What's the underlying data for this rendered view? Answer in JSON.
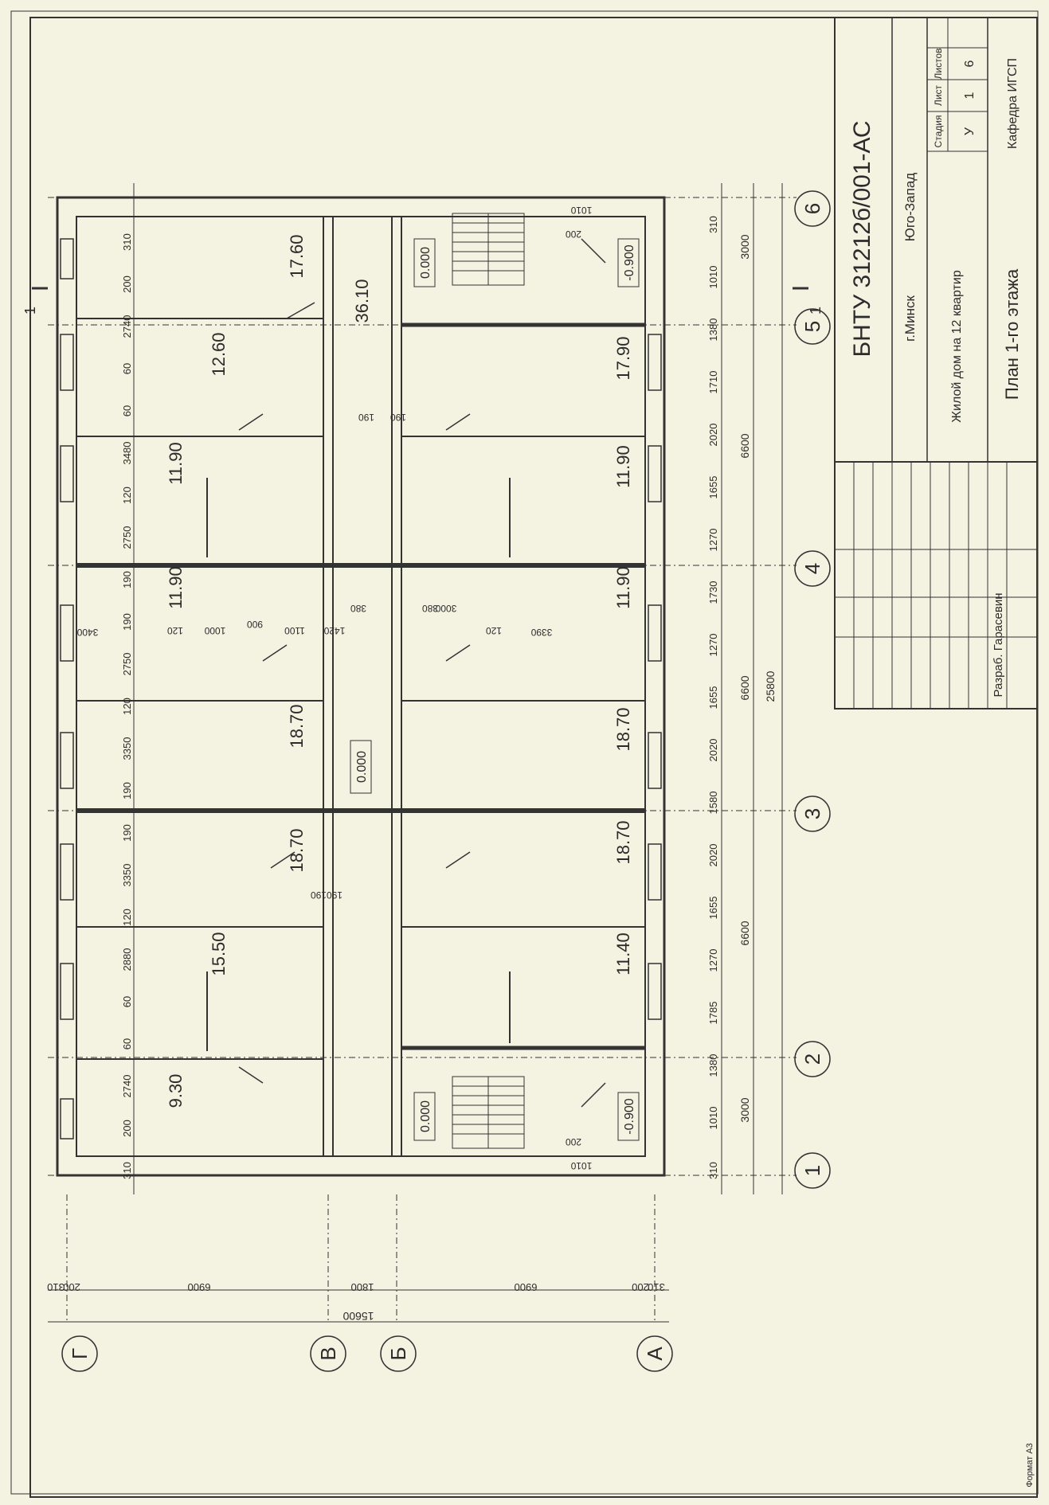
{
  "colors": {
    "paper": "#f4f2e1",
    "ink": "#2b2b2b",
    "wall": "#5a5a5a"
  },
  "grid_columns": [
    "1",
    "2",
    "3",
    "4",
    "5",
    "6"
  ],
  "grid_rows": [
    "Г",
    "В",
    "Б",
    "А"
  ],
  "section_mark": "1",
  "rooms": [
    {
      "id": "r1",
      "area": "17.60"
    },
    {
      "id": "r2",
      "area": "12.60"
    },
    {
      "id": "r3",
      "area": "11.90"
    },
    {
      "id": "r4",
      "area": "11.90"
    },
    {
      "id": "r5",
      "area": "18.70"
    },
    {
      "id": "r6",
      "area": "18.70"
    },
    {
      "id": "r7",
      "area": "15.50"
    },
    {
      "id": "r8",
      "area": "9.30"
    },
    {
      "id": "r9",
      "area": "17.90"
    },
    {
      "id": "r10",
      "area": "11.90"
    },
    {
      "id": "r11",
      "area": "11.90"
    },
    {
      "id": "r12",
      "area": "18.70"
    },
    {
      "id": "r13",
      "area": "18.70"
    },
    {
      "id": "r14",
      "area": "11.40"
    },
    {
      "id": "r15",
      "area": "36.10"
    }
  ],
  "levels": {
    "corridor": "0.000",
    "stair_top": "0.000",
    "stair_top_low": "-0.900",
    "stair_bottom": "0.000",
    "stair_bottom_low": "-0.900"
  },
  "dims_top": [
    "310",
    "200",
    "2740",
    "60",
    "60",
    "2880",
    "120",
    "3350",
    "190",
    "190",
    "3350",
    "120",
    "2750",
    "190",
    "190",
    "2750",
    "120",
    "3480",
    "60",
    "60",
    "2740",
    "200",
    "310"
  ],
  "dims_bottom_a": [
    "310",
    "1010",
    "1380",
    "1785",
    "1270",
    "1655",
    "2020",
    "1580",
    "2020",
    "1655",
    "1270",
    "1730",
    "1270",
    "1655",
    "2020",
    "1710",
    "1380",
    "1010",
    "310"
  ],
  "dims_bottom_b": [
    "3000",
    "6600",
    "6600",
    "6600",
    "3000"
  ],
  "dims_bottom_total": "25800",
  "dims_left_a": [
    "310",
    "200",
    "6900",
    "1800",
    "6900",
    "200",
    "310"
  ],
  "dims_left_total": "15600",
  "inner_dims": [
    "3400",
    "120",
    "1000",
    "900",
    "1100",
    "1420",
    "380",
    "380",
    "3000",
    "120",
    "3390",
    "190",
    "190",
    "190",
    "190",
    "200",
    "200",
    "1010",
    "1010"
  ],
  "title_block": {
    "code": "БНТУ 31212б/001-АС",
    "city": "г.Минск",
    "district": "Юго-Запад",
    "project": "Жилой дом на 12 квартир",
    "sheet_title": "План 1-го этажа",
    "stage_label": "Стадия",
    "sheet_label": "Лист",
    "sheets_label": "Листов",
    "stage": "У",
    "sheet": "1",
    "sheets": "6",
    "dept": "Кафедра ИГСП",
    "developer": "Разраб. Гарасевин",
    "format": "Формат А3"
  }
}
